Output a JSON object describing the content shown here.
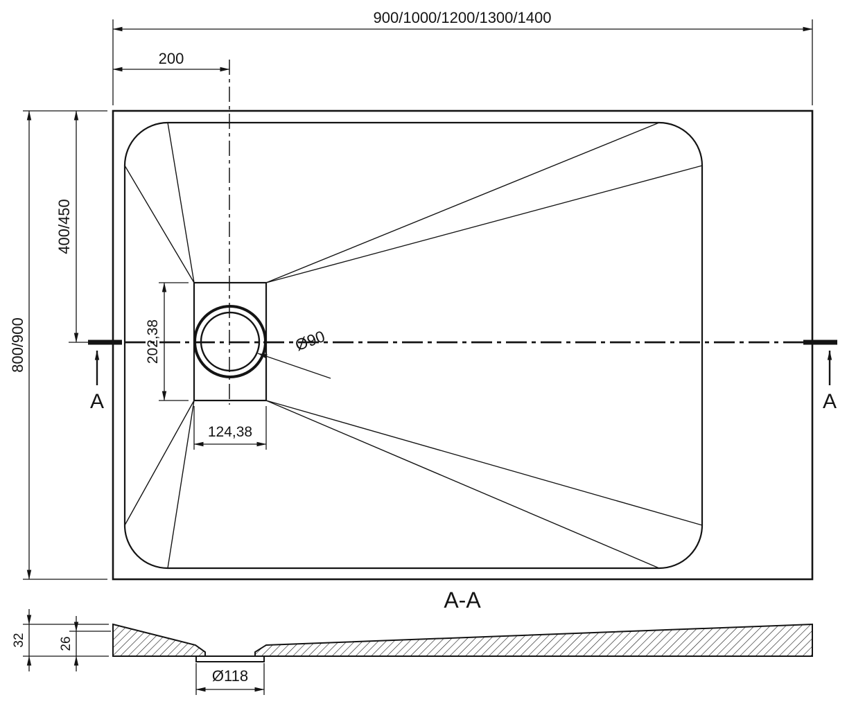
{
  "colors": {
    "line": "#141414",
    "background": "#ffffff"
  },
  "top_view": {
    "length_variants": "900/1000/1200/1300/1400",
    "width_variants": "800/900",
    "drain_center_from_left": "200",
    "drain_center_from_top": "400/450",
    "drain_plate_length": "202,38",
    "drain_plate_width": "124,38",
    "drain_diameter_label": "Ø90",
    "section_marker_left": "A",
    "section_marker_right": "A"
  },
  "section_view": {
    "title": "A-A",
    "overall_height": "32",
    "basin_depth": "26",
    "drain_hole_diameter": "Ø118"
  }
}
